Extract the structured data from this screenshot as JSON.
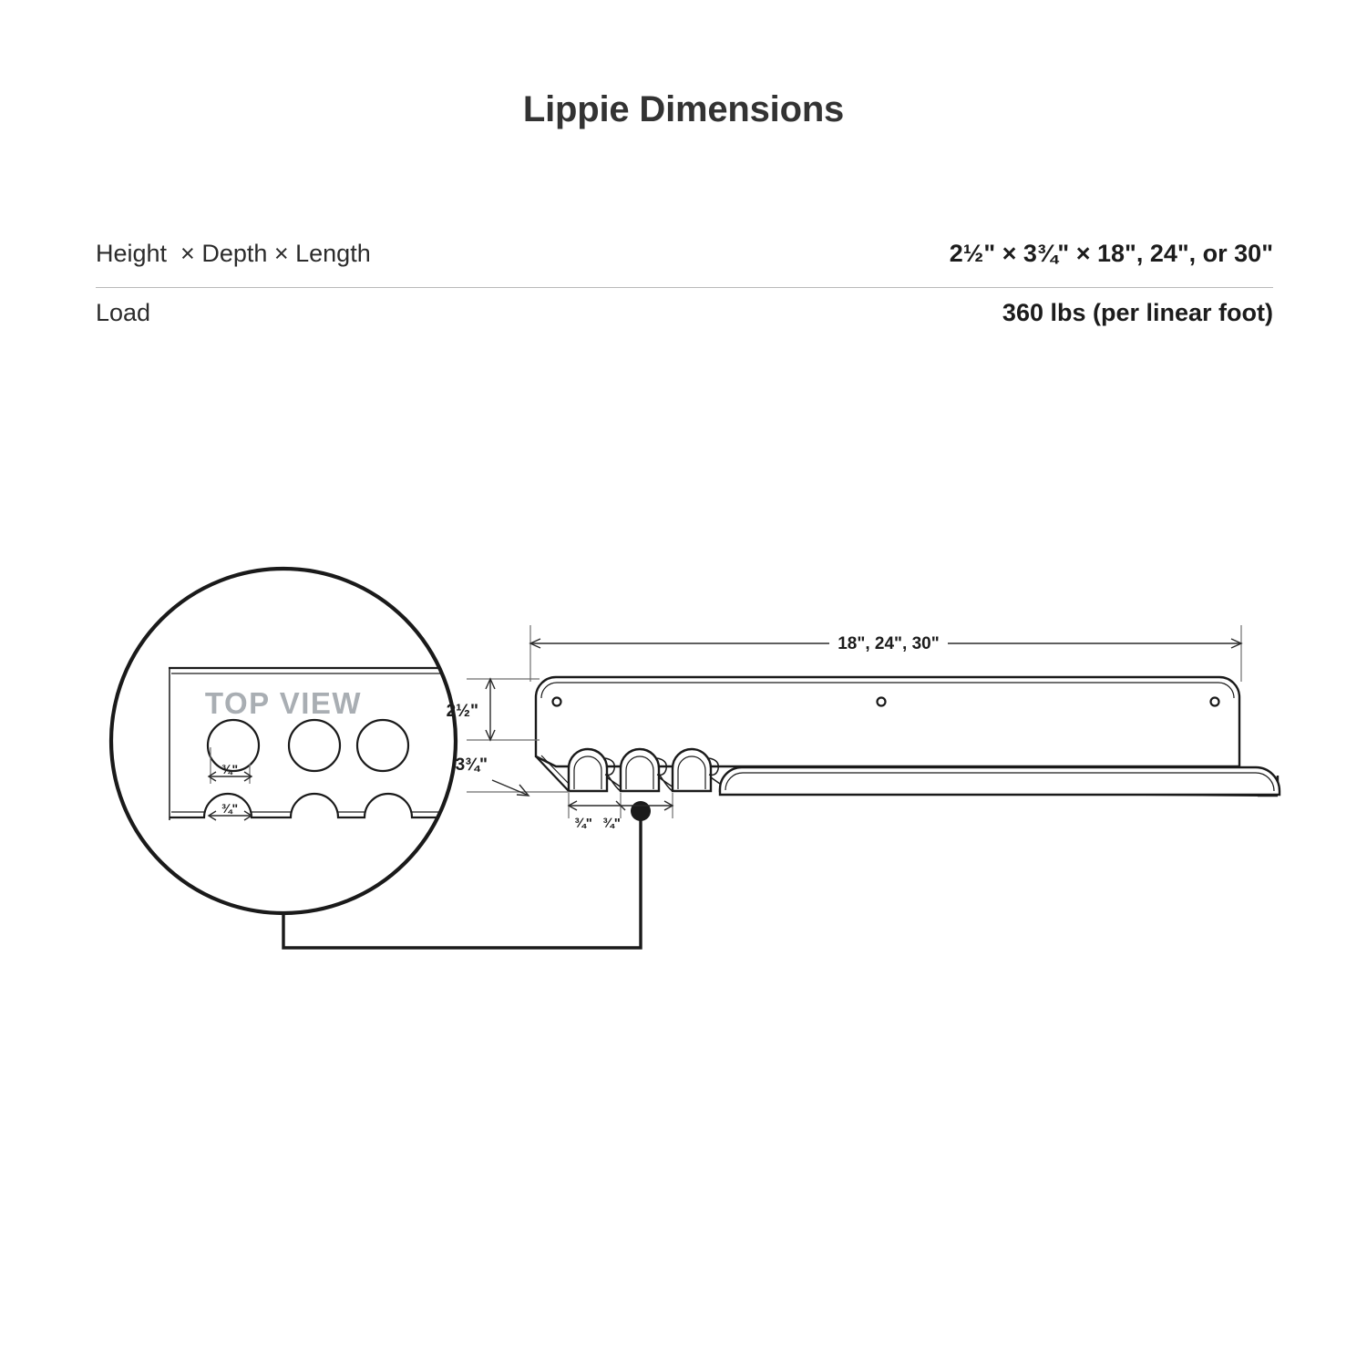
{
  "page": {
    "title": "Lippie Dimensions",
    "background_color": "#ffffff",
    "text_color": "#2e2e2e"
  },
  "spec_table": {
    "rows": [
      {
        "label": "Height  × Depth × Length",
        "value": "2½\" × 3¾\" × 18\", 24\", or 30\""
      },
      {
        "label": "Load",
        "value": "360 lbs (per linear foot)"
      }
    ],
    "divider_color": "#b9b9b9"
  },
  "diagram": {
    "type": "technical-dimension-drawing",
    "view_label": "TOP VIEW",
    "view_label_color": "#a9aeb3",
    "line_color": "#1a1a1a",
    "callouts": {
      "length": "18\", 24\", 30\"",
      "height": "2½\"",
      "depth": "3¾\"",
      "notch_width": "¾\"",
      "notch_spacing": "¾\"",
      "topview_hole_spacing": "¾\"",
      "topview_notch_spacing": "¾\""
    },
    "detail_circle": {
      "hole_count": 3,
      "notch_count": 3
    },
    "side_view": {
      "tab_count": 3,
      "mounting_hole_count": 3
    }
  }
}
